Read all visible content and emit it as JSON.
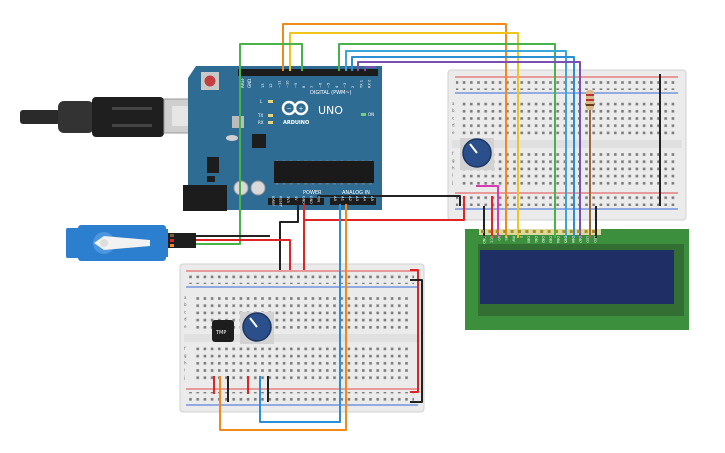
{
  "arduino": {
    "logo_text": "ARDUINO",
    "model": "UNO",
    "reset_label": "RESET",
    "aref_label": "AREF",
    "gnd_label": "GND",
    "digital_label": "DIGITAL (PWM~)",
    "power_label": "POWER",
    "analog_label": "ANALOG IN",
    "power_pins": [
      "IOREF",
      "RESET",
      "3V3",
      "5V",
      "GND",
      "GND",
      "VIN"
    ],
    "analog_pins": [
      "A0",
      "A1",
      "A2",
      "A3",
      "A4",
      "A5"
    ],
    "digital_pins": [
      "13",
      "12",
      "~11",
      "~10",
      "~9",
      "8",
      "7",
      "~6",
      "~5",
      "4",
      "~3",
      "2",
      "TX 1",
      "RX 0"
    ],
    "led_labels": [
      "L",
      "TX",
      "RX",
      "ON"
    ],
    "board_color": "#2f6c93"
  },
  "breadboard_top": {
    "columns_row_labels": [
      "a",
      "b",
      "c",
      "d",
      "e",
      "f",
      "g",
      "h",
      "i",
      "j"
    ]
  },
  "breadboard_bottom": {
    "columns_row_labels": [
      "a",
      "b",
      "c",
      "d",
      "e",
      "f",
      "g",
      "h",
      "i",
      "j"
    ]
  },
  "temp_sensor": {
    "label": "TMP"
  },
  "lcd": {
    "pins": [
      "GND",
      "VCC",
      "V0",
      "RS",
      "RW",
      "E",
      "DB0",
      "DB1",
      "DB2",
      "DB3",
      "DB4",
      "DB5",
      "DB6",
      "DB7",
      "LED",
      "LED"
    ],
    "pcb_color": "#3c8f3c",
    "screen_color": "#1f2f66"
  },
  "wire_colors": {
    "orange": "#f08a1c",
    "yellow": "#f0c419",
    "green": "#48b34a",
    "blue": "#2b8fd6",
    "cyan": "#39a8d8",
    "purple": "#7b4fb0",
    "red": "#e02424",
    "black": "#222222",
    "magenta": "#d63ab5",
    "brown": "#9a6b3a"
  }
}
